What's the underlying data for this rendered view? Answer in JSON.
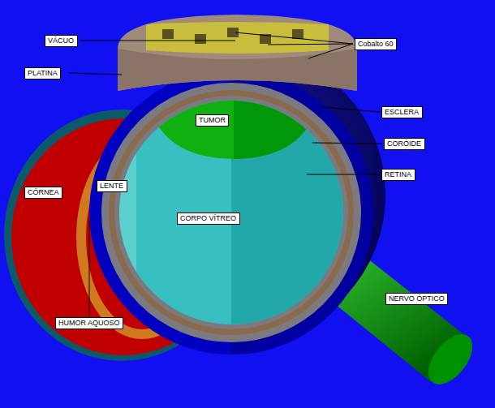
{
  "diagram": {
    "nodes": [
      {
        "text": [
          "VÁCUO"
        ]
      },
      {
        "text": [
          "Cobalto 60"
        ]
      },
      {
        "text": [
          "PLATINA"
        ]
      },
      {
        "text": [
          "TUMOR"
        ]
      },
      {
        "text": [
          "ESCLERA"
        ]
      },
      {
        "text": [
          "CORÓIDE"
        ]
      },
      {
        "text": [
          "RETINA"
        ]
      },
      {
        "text": [
          "CÓRNEA"
        ]
      },
      {
        "text": [
          "LENTE"
        ]
      },
      {
        "text": [
          "CORPO VÍTREO"
        ]
      },
      {
        "text": [
          "NERVO ÓPTICO"
        ]
      },
      {
        "text": [
          "HUMOR AQUOSO"
        ]
      }
    ],
    "edges": []
  }
}
